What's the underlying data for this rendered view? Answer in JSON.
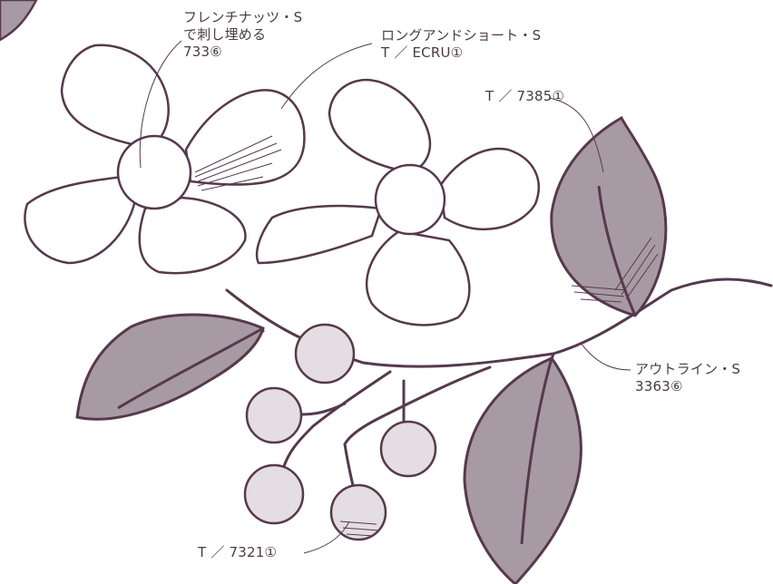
{
  "colors": {
    "outline": "#56394c",
    "leaf_fill": "#a89aa2",
    "berry_fill": "#e4dde1",
    "text": "#4a3a46",
    "background": "#ffffff"
  },
  "labels": {
    "french_knot": {
      "line1": "フレンチナッツ・S",
      "line2": "で刺し埋める",
      "line3": "733⑥"
    },
    "long_short": {
      "line1": "ロングアンドショート・S",
      "line2": "T ／ ECRU①"
    },
    "leaf_right": {
      "line1": "T ／ 7385①"
    },
    "outline_stitch": {
      "line1": "アウトライン・S",
      "line2": "3363⑥"
    },
    "berry": {
      "line1": "T ／ 7321①"
    }
  }
}
